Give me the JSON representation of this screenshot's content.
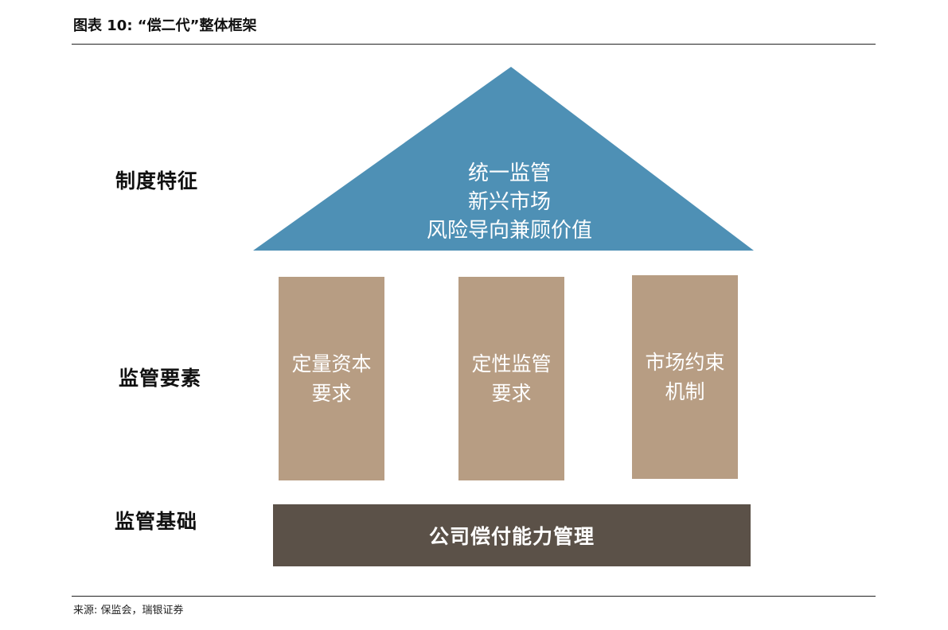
{
  "figure": {
    "title": "图表 10: “偿二代”整体框架",
    "source": "来源: 保监会，瑞银证券"
  },
  "rows": {
    "system": "制度特征",
    "elements": "监管要素",
    "foundation": "监管基础"
  },
  "roof": {
    "lines": [
      "统一监管",
      "新兴市场",
      "风险导向兼顾价值"
    ],
    "color": "#4e90b5"
  },
  "pillars": [
    {
      "line1": "定量资本",
      "line2": "要求"
    },
    {
      "line1": "定性监管",
      "line2": "要求"
    },
    {
      "line1": "市场约束",
      "line2": "机制"
    }
  ],
  "foundation": {
    "label": "公司偿付能力管理",
    "color": "#5b5148"
  },
  "colors": {
    "pillar": "#b79d83"
  }
}
